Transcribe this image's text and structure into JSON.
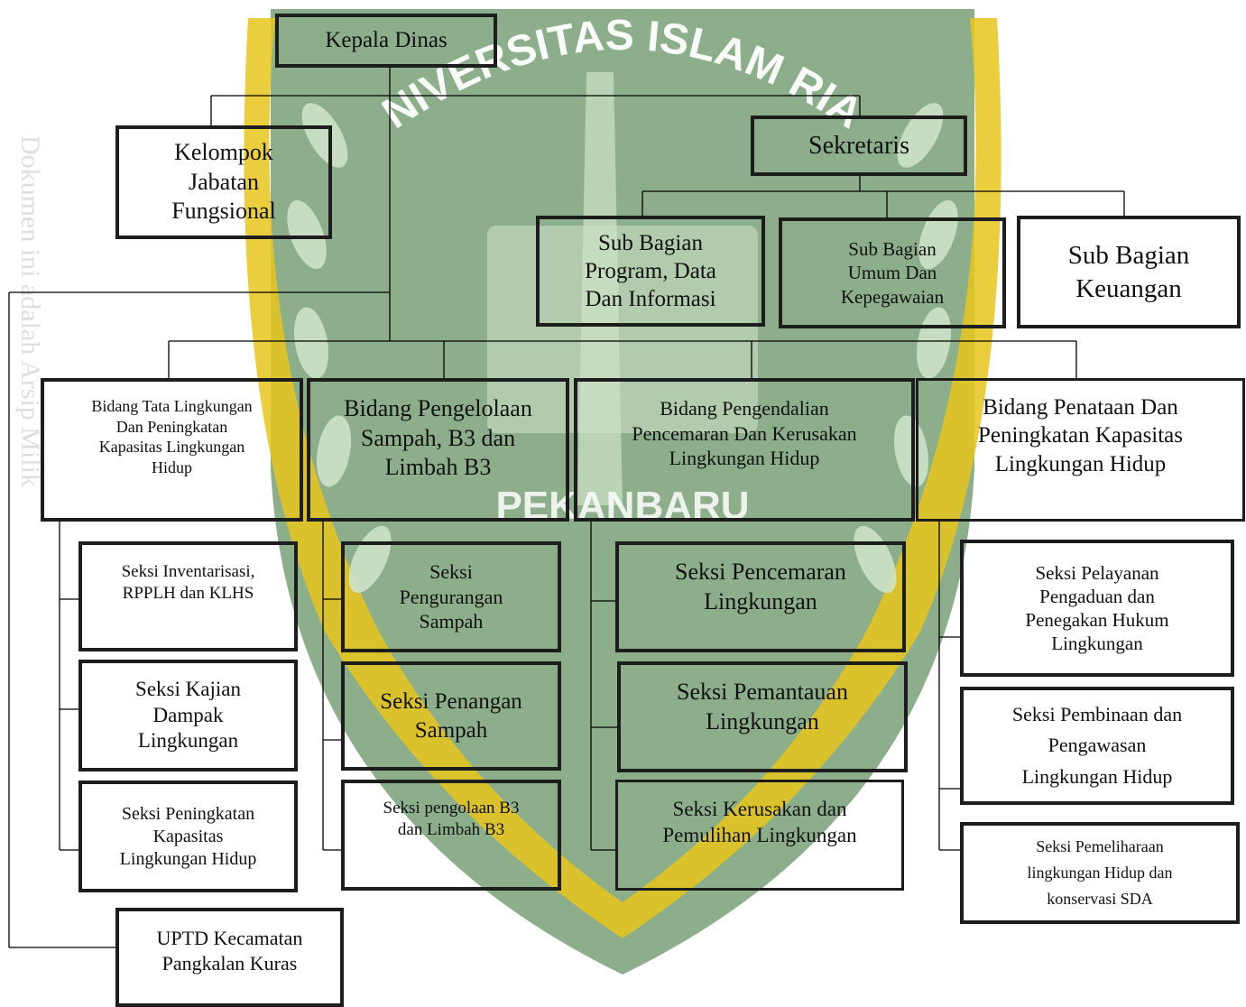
{
  "watermark": {
    "arc_text": "UNIVERSITAS ISLAM RIAU",
    "bottom_text": "PEKANBARU",
    "side_text": "Dokumen ini adalah Arsip Milik",
    "colors": {
      "green": "#2f6b2b",
      "yellow": "#e8c51c",
      "light": "#cfe3c8"
    }
  },
  "org": {
    "kepala": "Kepala Dinas",
    "kelompok": "Kelompok\nJabatan\nFungsional",
    "sekretaris": "Sekretaris",
    "sub_program": "Sub Bagian\nProgram, Data\nDan Informasi",
    "sub_umum": "Sub Bagian\nUmum Dan\nKepegawaian",
    "sub_keuangan": "Sub Bagian\nKeuangan",
    "bidang1": "Bidang Tata Lingkungan\nDan Peningkatan\nKapasitas Lingkungan\nHidup",
    "bidang2": "Bidang Pengelolaan\nSampah, B3 dan\nLimbah B3",
    "bidang3": "Bidang Pengendalian\nPencemaran Dan Kerusakan\nLingkungan Hidup",
    "bidang4": "Bidang Penataan Dan\nPeningkatan Kapasitas\nLingkungan Hidup",
    "seksi_1a": "Seksi Inventarisasi,\nRPPLH dan KLHS",
    "seksi_1b": "Seksi Kajian\nDampak\nLingkungan",
    "seksi_1c": "Seksi Peningkatan\nKapasitas\nLingkungan Hidup",
    "seksi_2a": "Seksi\nPengurangan\nSampah",
    "seksi_2b": "Seksi Penangan\nSampah",
    "seksi_2c": "Seksi pengolaan B3\ndan Limbah B3",
    "seksi_3a": "Seksi Pencemaran\nLingkungan",
    "seksi_3b": "Seksi Pemantauan\nLingkungan",
    "seksi_3c": "Seksi Kerusakan dan\nPemulihan Lingkungan",
    "seksi_4a": "Seksi Pelayanan\nPengaduan dan\nPenegakan Hukum\nLingkungan",
    "seksi_4b": "Seksi Pembinaan dan\nPengawasan\nLingkungan Hidup",
    "seksi_4c": "Seksi Pemeliharaan\nlingkungan Hidup dan\nkonservasi SDA",
    "uptd": "UPTD  Kecamatan\nPangkalan Kuras"
  }
}
